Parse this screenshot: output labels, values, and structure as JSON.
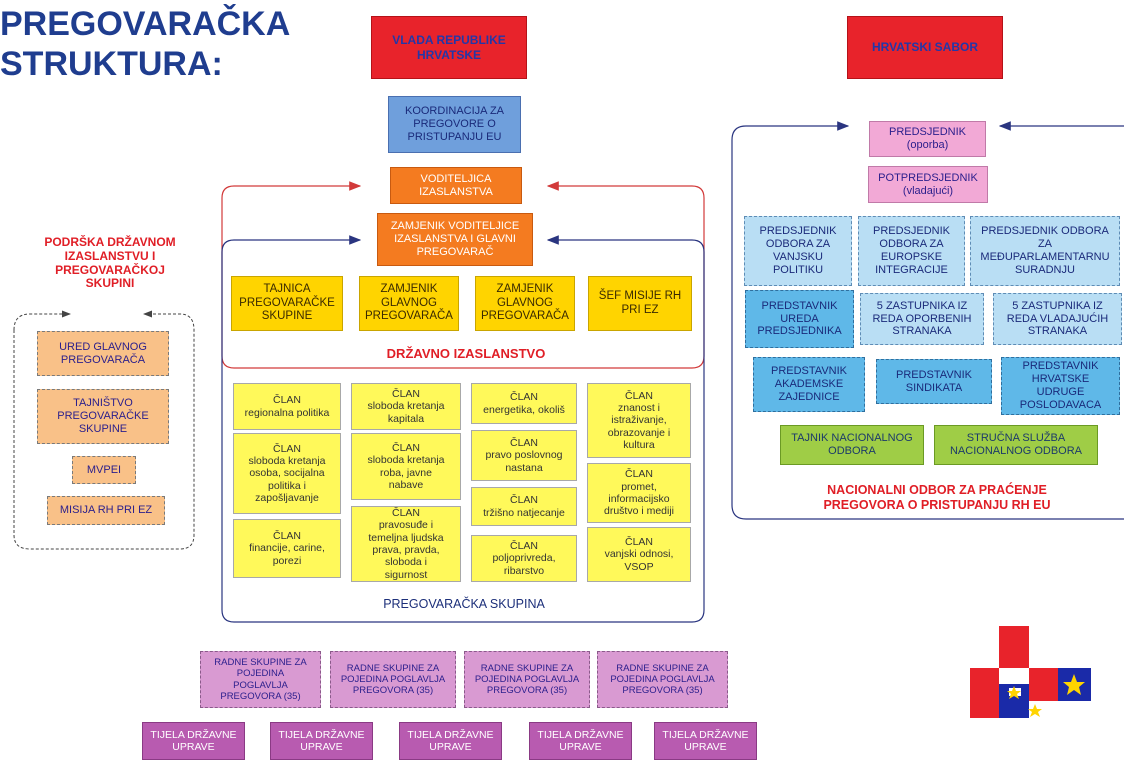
{
  "title": "PREGOVARAČKA\nSTRUKTURA:",
  "top": {
    "vlada": "VLADA REPUBLIKE\nHRVATSKE",
    "sabor": "HRVATSKI SABOR",
    "koordinacija": "KOORDINACIJA ZA\nPREGOVORE O\nPRISTUPANJU EU",
    "voditeljica": "VODITELJICA\nIZASLANSTVA",
    "zamjenik_voditeljice": "ZAMJENIK VODITELJICE\nIZASLANSTVA I GLAVNI\nPREGOVARAČ"
  },
  "delegation": {
    "members": [
      "TAJNICA\nPREGOVARAČKE\nSKUPINE",
      "ZAMJENIK\nGLAVNOG\nPREGOVARAČA",
      "ZAMJENIK\nGLAVNOG\nPREGOVARAČA",
      "ŠEF MISIJE RH\nPRI EZ"
    ],
    "label": "DRŽAVNO IZASLANSTVO"
  },
  "group": {
    "col1": [
      "ČLAN\nregionalna politika",
      "ČLAN\nsloboda kretanja\nosoba, socijalna\npolitika i\nzapošljavanje",
      "ČLAN\nfinancije, carine,\nporezi"
    ],
    "col2": [
      "ČLAN\nsloboda kretanja\nkapitala",
      "ČLAN\nsloboda kretanja\nroba, javne\nnabave",
      "ČLAN\npravosuđe i\ntemeljna ljudska\nprava, pravda,\nsloboda i\nsigurnost"
    ],
    "col3": [
      "ČLAN\nenergetika, okoliš",
      "ČLAN\npravo poslovnog\nnastana",
      "ČLAN\ntržišno natjecanje",
      "ČLAN\npoljoprivreda,\nribarstvo"
    ],
    "col4": [
      "ČLAN\nznanost i\nistraživanje,\nobrazovanje i\nkultura",
      "ČLAN\npromet,\ninformacijsko\ndruštvo i mediji",
      "ČLAN\nvanjski odnosi,\nVSOP"
    ],
    "label": "PREGOVARAČKA SKUPINA"
  },
  "support": {
    "label": "PODRŠKA DRŽAVNOM\nIZASLANSTVU I\nPREGOVARAČKOJ\nSKUPINI",
    "items": [
      "URED GLAVNOG\nPREGOVARAČA",
      "TAJNIŠTVO\nPREGOVARAČKE\nSKUPINE",
      "MVPEI",
      "MISIJA RH PRI EZ"
    ]
  },
  "committee": {
    "predsjednik": "PREDSJEDNIK\n(oporba)",
    "potpredsjednik": "POTPREDSJEDNIK\n(vladajući)",
    "row1": [
      "PREDSJEDNIK\nODBORA ZA\nVANJSKU\nPOLITIKU",
      "PREDSJEDNIK\nODBORA ZA\nEUROPSKE\nINTEGRACIJE",
      "PREDSJEDNIK ODBORA\nZA\nMEĐUPARLAMENTARNU\nSURADNJU"
    ],
    "row2": [
      "PREDSTAVNIK\nUREDA\nPREDSJEDNIKA",
      "5 ZASTUPNIKA IZ\nREDA OPORBENIH\nSTRANAKA",
      "5 ZASTUPNIKA IZ\nREDA VLADAJUĆIH\nSTRANAKA"
    ],
    "row3": [
      "PREDSTAVNIK\nAKADEMSKE\nZAJEDNICE",
      "PREDSTAVNIK\nSINDIKATA",
      "PREDSTAVNIK\nHRVATSKE\nUDRUGE\nPOSLODAVACA"
    ],
    "row4": [
      "TAJNIK NACIONALNOG\nODBORA",
      "STRUČNA SLUŽBA\nNACIONALNOG ODBORA"
    ],
    "label": "NACIONALNI ODBOR ZA PRAĆENJE\nPREGOVORA O PRISTUPANJU RH EU"
  },
  "bottom": {
    "working_groups": [
      "RADNE SKUPINE ZA\nPOJEDINA\nPOGLAVLJA\nPREGOVORA (35)",
      "RADNE SKUPINE ZA\nPOJEDINA POGLAVLJA\nPREGOVORA (35)",
      "RADNE SKUPINE ZA\nPOJEDINA POGLAVLJA\nPREGOVORA (35)",
      "RADNE SKUPINE ZA\nPOJEDINA POGLAVLJA\nPREGOVORA (35)"
    ],
    "bodies": [
      "TIJELA DRŽAVNE\nUPRAVE",
      "TIJELA DRŽAVNE\nUPRAVE",
      "TIJELA DRŽAVNE\nUPRAVE",
      "TIJELA DRŽAVNE\nUPRAVE",
      "TIJELA DRŽAVNE\nUPRAVE"
    ]
  },
  "colors": {
    "title": "#1f3d8f",
    "red_label": "#e01e26",
    "navy_line": "#2a3580",
    "red_line": "#d23a3a"
  }
}
